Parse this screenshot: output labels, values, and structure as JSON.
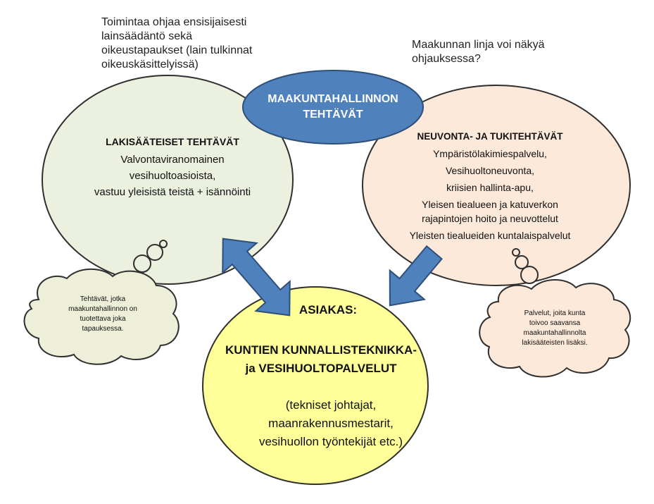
{
  "top_notes": {
    "left": [
      "Toimintaa ohjaa ensisijaisesti",
      "lainsäädäntö sekä",
      "oikeustapaukset (lain tulkinnat",
      "oikeuskäsittelyissä)"
    ],
    "right": [
      "Maakunnan linja voi näkyä",
      "ohjauksessa?"
    ]
  },
  "center_title": [
    "MAAKUNTAHALLINNON",
    "TEHTÄVÄT"
  ],
  "left_ellipse": {
    "title": "LAKISÄÄTEISET TEHTÄVÄT",
    "lines": [
      "Valvontaviranomainen",
      "vesihuoltoasioista,",
      "vastuu yleisistä teistä + isännöinti"
    ]
  },
  "right_ellipse": {
    "title": "NEUVONTA- JA TUKITEHTÄVÄT",
    "lines": [
      "Ympäristölakimiespalvelu,",
      "Vesihuoltoneuvonta,",
      "kriisien hallinta-apu,",
      "Yleisen tiealueen ja katuverkon",
      "rajapintojen hoito ja neuvottelut",
      "Yleisten tiealueiden kuntalaispalvelut"
    ]
  },
  "bottom_ellipse": {
    "title": "ASIAKAS:",
    "subtitle": [
      "KUNTIEN KUNNALLISTEKNIKKA-",
      "ja VESIHUOLTOPALVELUT"
    ],
    "detail": [
      "(tekniset johtajat,",
      "maanrakennusmestarit,",
      "vesihuollon  työntekijät etc.)"
    ]
  },
  "left_cloud": [
    "Tehtävät, jotka",
    "maakuntahallinnon on",
    "tuotettava joka",
    "tapauksessa."
  ],
  "right_cloud": [
    "Palvelut, joita kunta",
    "toivoo saavansa",
    "maakuntahallinnolta",
    "lakisääteisten lisäksi."
  ],
  "colors": {
    "blue_fill": "#4f81bd",
    "blue_stroke": "#2e4f7a",
    "left_fill": "#ebf1de",
    "right_fill": "#fde9d9",
    "bottom_fill": "#ffff99",
    "cloud_fill": "#eeefd8",
    "cloud_right_fill": "#fde9d9",
    "stroke": "#2f2f2f"
  }
}
